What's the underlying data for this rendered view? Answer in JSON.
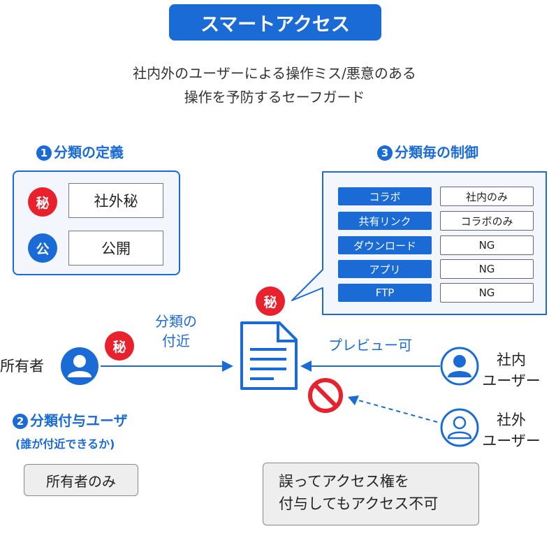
{
  "title": "スマートアクセス",
  "subtitle": [
    "社内外のユーザーによる操作ミス/悪意のある",
    "操作を予防するセーフガード"
  ],
  "sections": {
    "s1": {
      "num": "1",
      "label": "分類の定義"
    },
    "s2": {
      "num": "2",
      "label": "分類付与ユーザ",
      "note": "(誰が付近できるか)"
    },
    "s3": {
      "num": "3",
      "label": "分類毎の制御"
    }
  },
  "classification": [
    {
      "badge": "秘",
      "label": "社外秘",
      "color": "#e8212c"
    },
    {
      "badge": "公",
      "label": "公開",
      "color": "#1a6bd6"
    }
  ],
  "controls": [
    {
      "item": "コラボ",
      "value": "社内のみ"
    },
    {
      "item": "共有リンク",
      "value": "コラボのみ"
    },
    {
      "item": "ダウンロード",
      "value": "NG"
    },
    {
      "item": "アプリ",
      "value": "NG"
    },
    {
      "item": "FTP",
      "value": "NG"
    }
  ],
  "flow": {
    "owner": "所有者",
    "owner_badge": "秘",
    "doc_badge": "秘",
    "assign_label": [
      "分類の",
      "付近"
    ],
    "preview_label": "プレビュー可",
    "internal_user": [
      "社内",
      "ユーザー"
    ],
    "external_user": [
      "社外",
      "ユーザー"
    ]
  },
  "owner_only": "所有者のみ",
  "warning": [
    "誤ってアクセス権を",
    "付与してもアクセス不可"
  ],
  "colors": {
    "accent": "#1a6bd6",
    "secret": "#e8212c"
  }
}
